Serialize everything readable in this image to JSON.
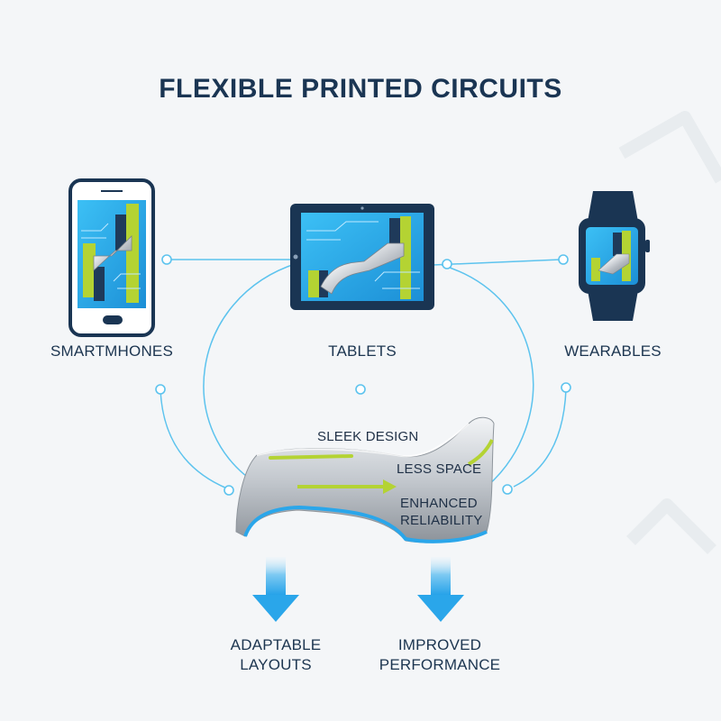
{
  "title": "FLEXIBLE PRINTED CIRCUITS",
  "devices": {
    "smartphones": "SMARTMHONES",
    "tablets": "TABLETS",
    "wearables": "WEARABLES"
  },
  "benefits": {
    "sleek_design": "SLEEK DESIGN",
    "less_space": "LESS SPACE",
    "enhanced_reliability_line1": "ENHANCED",
    "enhanced_reliability_line2": "RELIABILITY"
  },
  "outcomes": {
    "adaptable_line1": "ADAPTABLE",
    "adaptable_line2": "LAYOUTS",
    "improved_line1": "IMPROVED",
    "improved_line2": "PERFORMANCE"
  },
  "colors": {
    "navy": "#1a3553",
    "screen_blue": "#29a8e8",
    "accent_green": "#b4d333",
    "connector_blue": "#5cc3ee",
    "arrow_blue": "#2aa6ea",
    "ribbon_silver": "#c8ccd2"
  },
  "icons": [
    "smartphone-icon",
    "tablet-icon",
    "smartwatch-icon",
    "flex-ribbon-icon",
    "down-arrow-icon"
  ]
}
